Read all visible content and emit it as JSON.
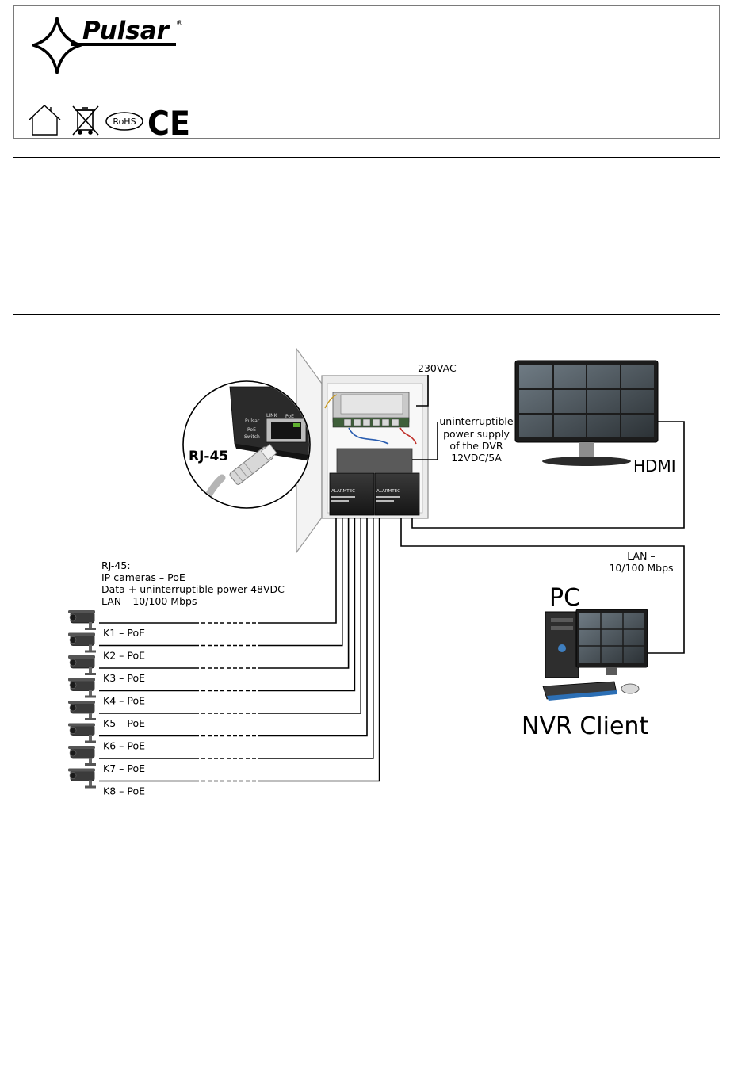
{
  "header": {
    "brand_name": "Pulsar",
    "registered_mark": "®",
    "marks": {
      "house_icon": "indoor-use-house-icon",
      "weee_icon": "crossed-bin-icon",
      "rohs_label": "RoHS",
      "ce_label": "CE"
    }
  },
  "diagram": {
    "rj45_callout": "RJ-45",
    "switch_link_label": "LINK",
    "switch_poe_label": "PoE",
    "switch_brand": "Pulsar",
    "switch_caption_line1": "PoE",
    "switch_caption_line2": "Switch",
    "battery_brand": "ALARMTEC",
    "mains_label": "230VAC",
    "ups_label_lines": [
      "uninterruptible",
      "power supply",
      "of the DVR",
      "12VDC/5A"
    ],
    "hdmi_label": "HDMI",
    "lan_label_lines": [
      "LAN –",
      "10/100 Mbps"
    ],
    "pc_label": "PC",
    "nvr_label": "NVR Client",
    "rj45_info_lines": [
      "RJ-45:",
      "IP cameras – PoE",
      "Data + uninterruptible power 48VDC",
      "LAN – 10/100 Mbps"
    ],
    "cameras": [
      "K1 – PoE",
      "K2 – PoE",
      "K3 – PoE",
      "K4 – PoE",
      "K5 – PoE",
      "K6 – PoE",
      "K7 – PoE",
      "K8 – PoE"
    ]
  }
}
